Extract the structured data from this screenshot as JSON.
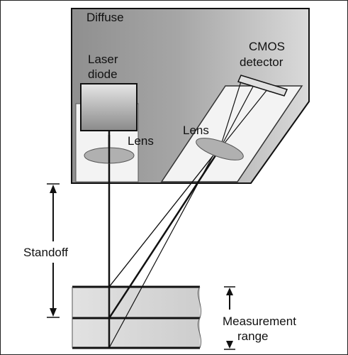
{
  "labels": {
    "housing": "Diffuse",
    "laser_line1": "Laser",
    "laser_line2": "diode",
    "lens_left": "Lens",
    "lens_right": "Lens",
    "detector_line1": "CMOS",
    "detector_line2": "detector",
    "standoff": "Standoff",
    "range_line1": "Measurement",
    "range_line2": "range"
  },
  "colors": {
    "housing_fill": "#9a9a9a",
    "housing_gradient_light": "#d9d9d9",
    "panel_fill": "#f2f2f2",
    "lens_fill": "#b3b3b3",
    "laser_body_top": "#e4e4e4",
    "laser_body_bottom": "#8c8c8c",
    "target_fill": "#d4d4d4",
    "stroke": "#111111"
  },
  "icons": {
    "standoff_marker": "double-headed-arrow",
    "range_marker": "double-headed-arrow"
  }
}
